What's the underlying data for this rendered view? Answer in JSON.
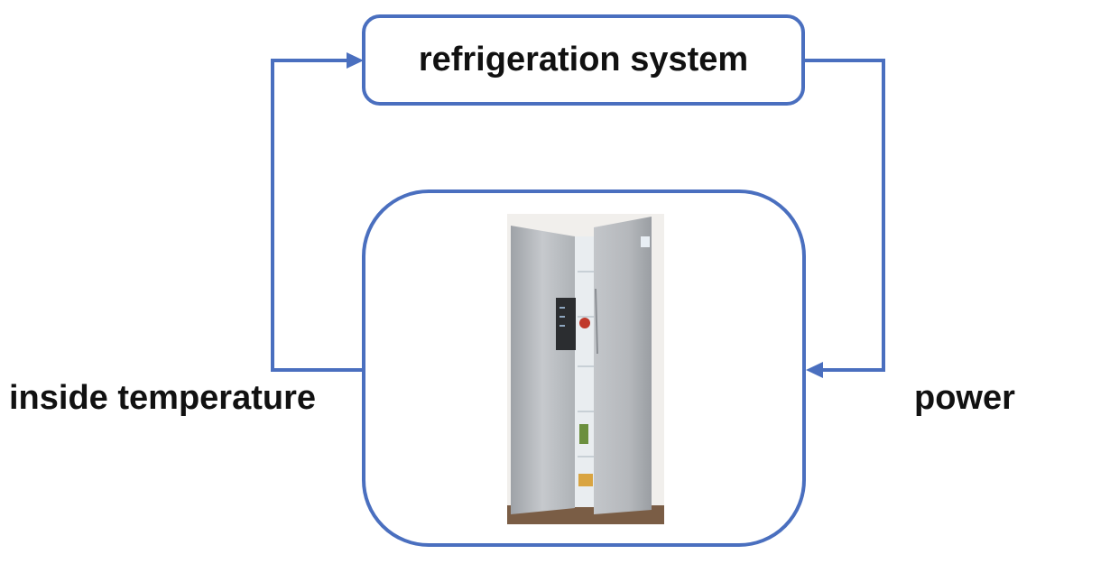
{
  "diagram": {
    "system_block": {
      "label": "refrigeration system"
    },
    "plant_block": {
      "image": "refrigerator-photo"
    },
    "feedback_label": "inside temperature",
    "input_label": "power",
    "colors": {
      "stroke": "#4a6fbf",
      "text": "#111111",
      "fridge_body": "#b9bcc0"
    }
  }
}
